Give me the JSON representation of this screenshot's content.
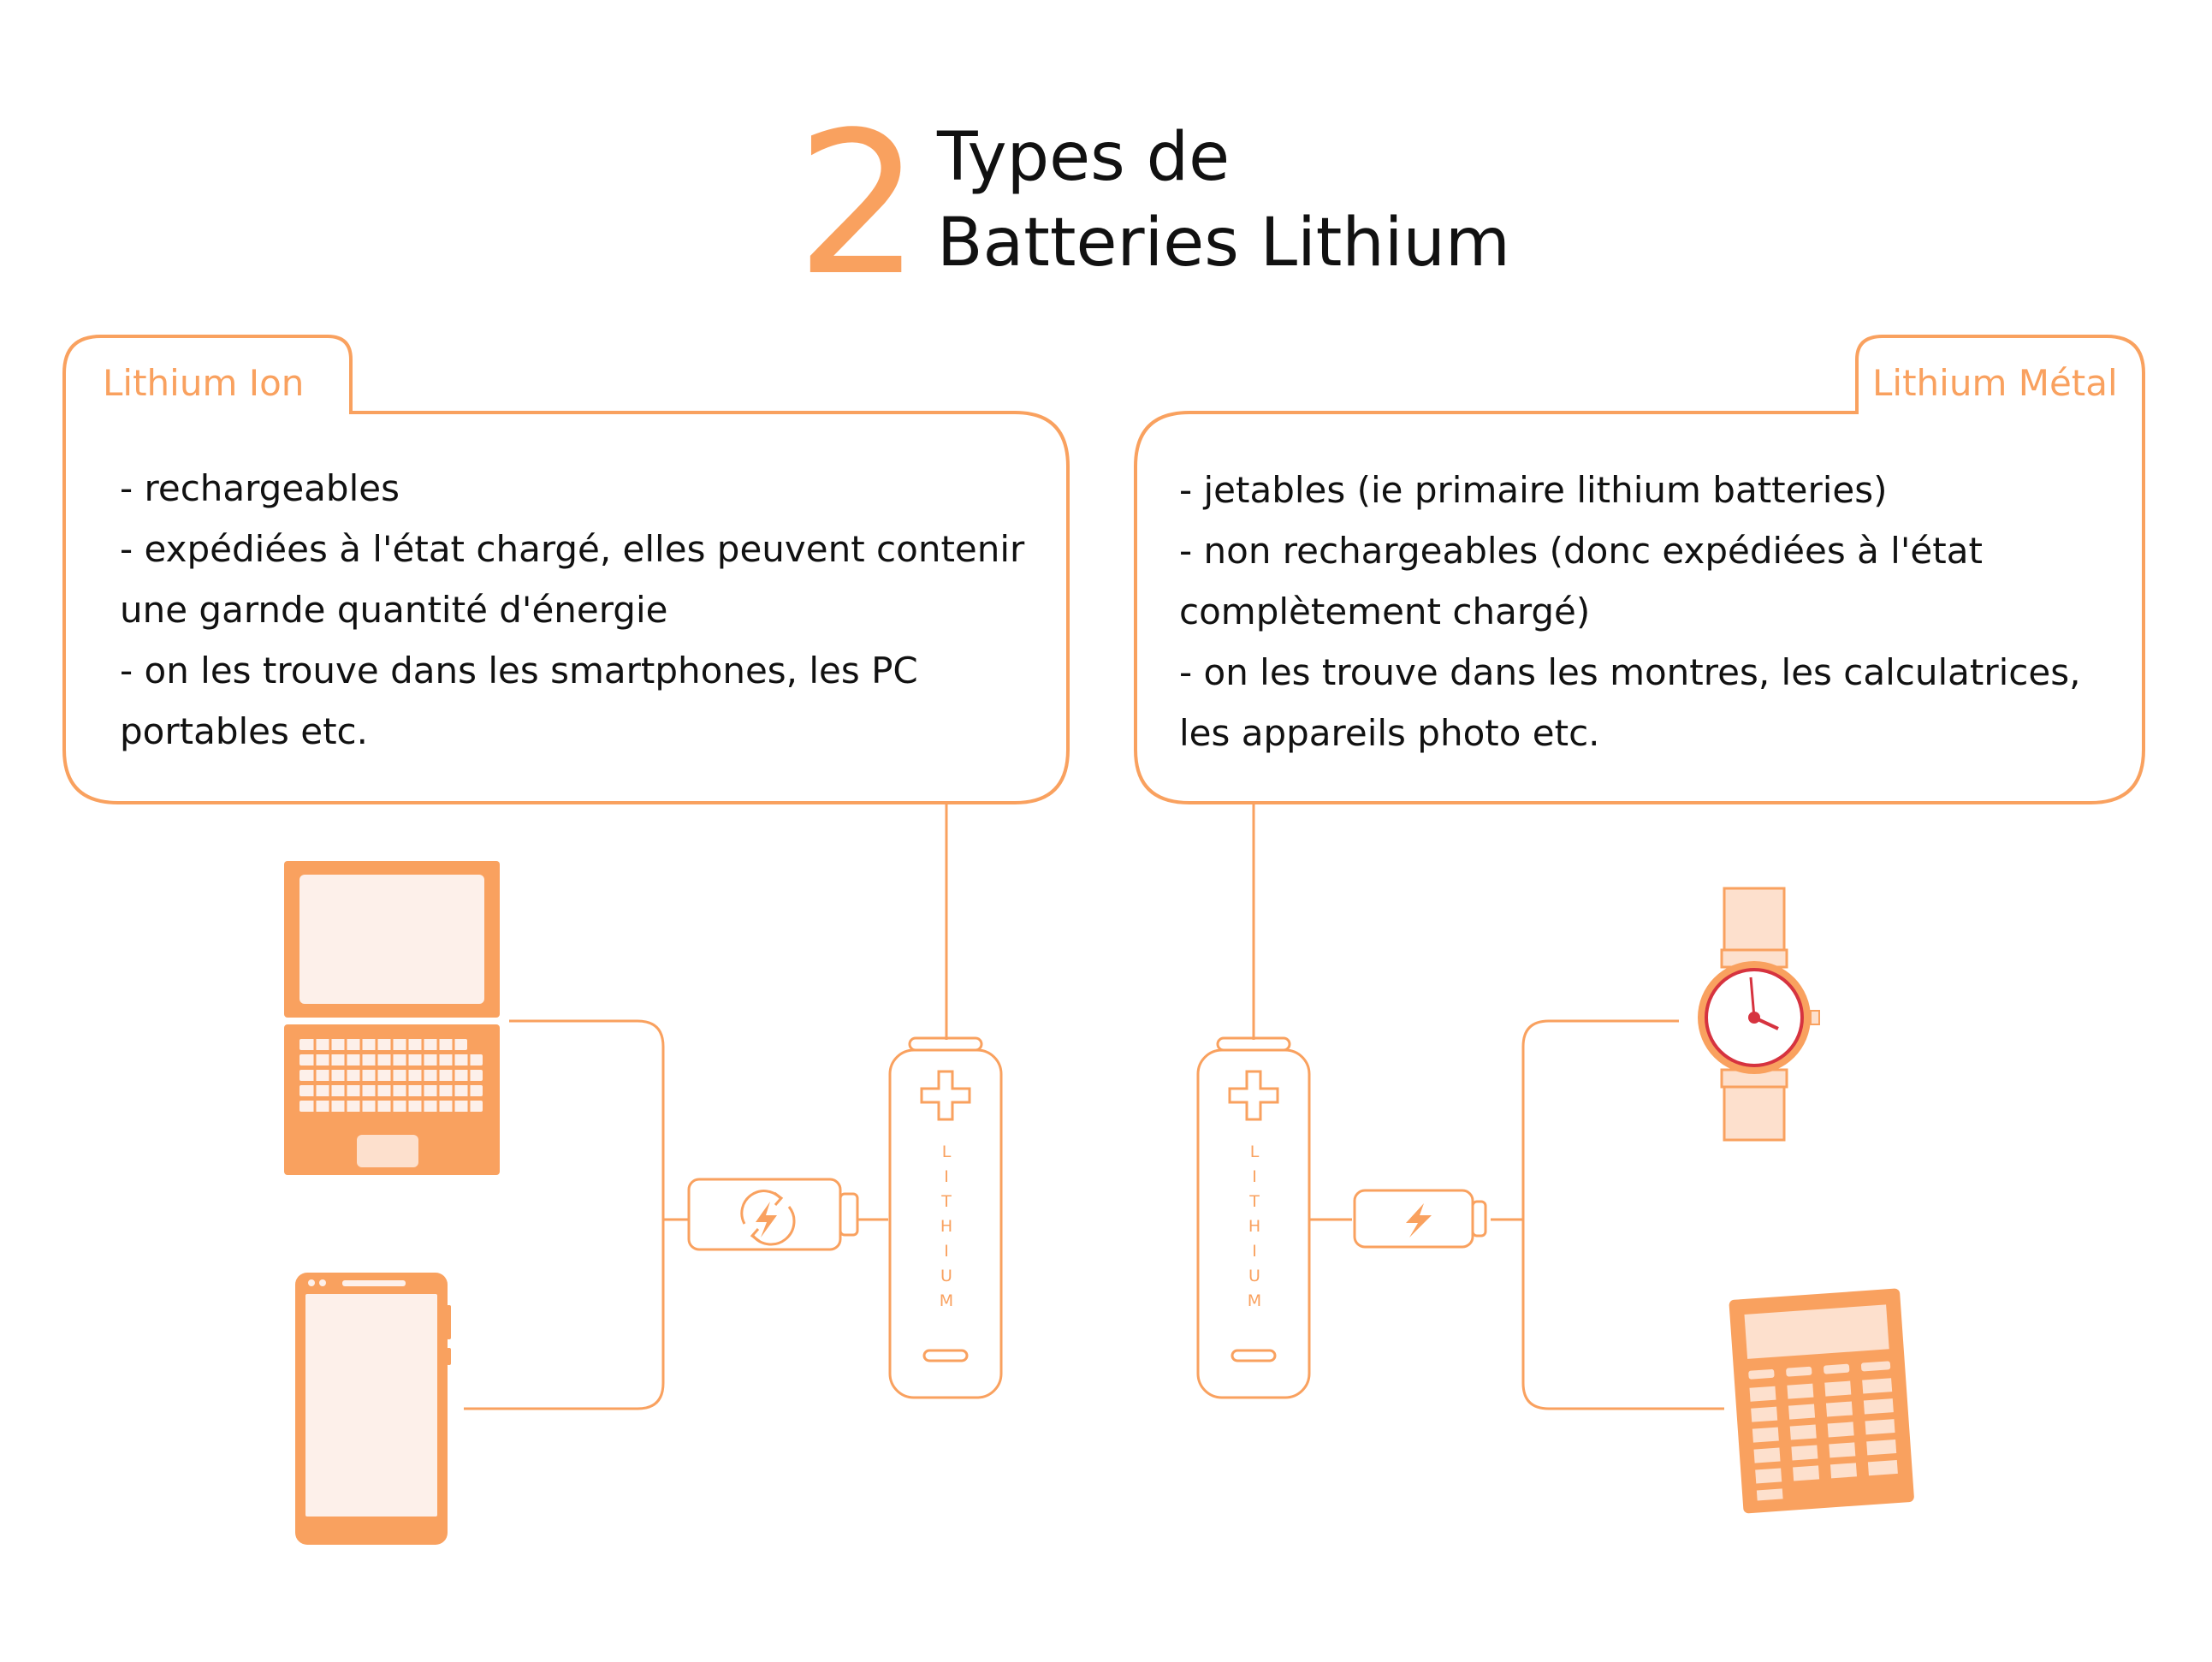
{
  "title": {
    "number": "2",
    "line1": "Types de",
    "line2": "Batteries Lithium"
  },
  "boxes": {
    "left": {
      "label": "Lithium Ion",
      "lines": [
        "- rechargeables",
        "- expédiées à l'état chargé, elles peuvent contenir",
        "une garnde quantité d'énergie",
        "- on les trouve dans les smartphones, les PC",
        "portables etc."
      ]
    },
    "right": {
      "label": "Lithium Métal",
      "lines": [
        "- jetables (ie primaire lithium batteries)",
        "- non rechargeables (donc expédiées à l'état",
        "complètement chargé)",
        "- on les trouve dans les montres, les calculatrices,",
        "les appareils photo etc."
      ]
    }
  },
  "battery_letters": [
    "L",
    "I",
    "T",
    "H",
    "I",
    "U",
    "M"
  ],
  "colors": {
    "accent": "#f9a15f",
    "accent_dark": "#ee8e4d",
    "light_fill": "#fdf0ea",
    "watch_red": "#d6333f",
    "text": "#111111"
  },
  "icons": {
    "left_devices": [
      "laptop-icon",
      "smartphone-icon"
    ],
    "right_devices": [
      "watch-icon",
      "calculator-icon"
    ],
    "left_charge": "rechargeable-battery-icon",
    "right_charge": "charged-battery-icon"
  }
}
